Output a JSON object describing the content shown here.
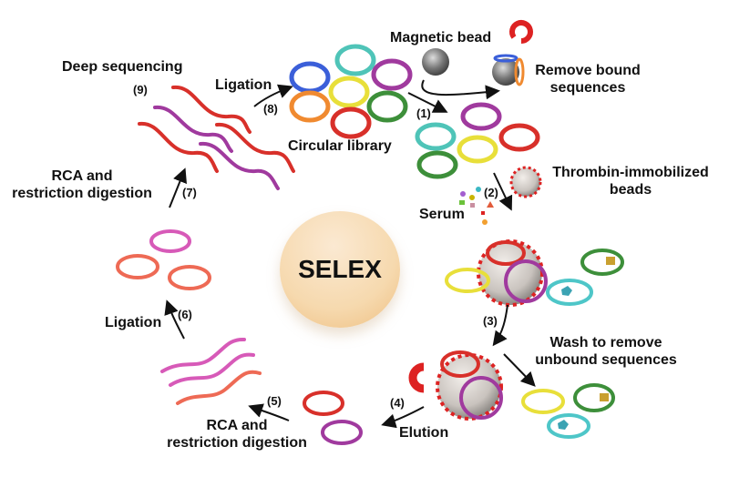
{
  "title": "SELEX",
  "labels": {
    "deep_sequencing": "Deep sequencing",
    "ligation_top": "Ligation",
    "circular_library": "Circular library",
    "magnetic_bead": "Magnetic bead",
    "remove_bound_1": "Remove bound",
    "remove_bound_2": "sequences",
    "thrombin_1": "Thrombin-immobilized",
    "thrombin_2": "beads",
    "serum": "Serum",
    "wash_1": "Wash to remove",
    "wash_2": "unbound sequences",
    "elution": "Elution",
    "rca_bottom_1": "RCA and",
    "rca_bottom_2": "restriction digestion",
    "ligation_left": "Ligation",
    "rca_left_1": "RCA and",
    "rca_left_2": "restriction digestion"
  },
  "steps": [
    "(1)",
    "(2)",
    "(3)",
    "(4)",
    "(5)",
    "(6)",
    "(7)",
    "(8)",
    "(9)"
  ],
  "colors": {
    "blue": "#3b5fd9",
    "teal": "#4fc4b8",
    "purple": "#a03a9e",
    "yellow": "#e8df3a",
    "orange": "#f08a30",
    "green": "#3d8f3a",
    "red": "#d8302a",
    "pink": "#d75ab8",
    "salmon": "#ee6a55",
    "cyan": "#4ec6c8",
    "core": "#f6d9ae"
  }
}
